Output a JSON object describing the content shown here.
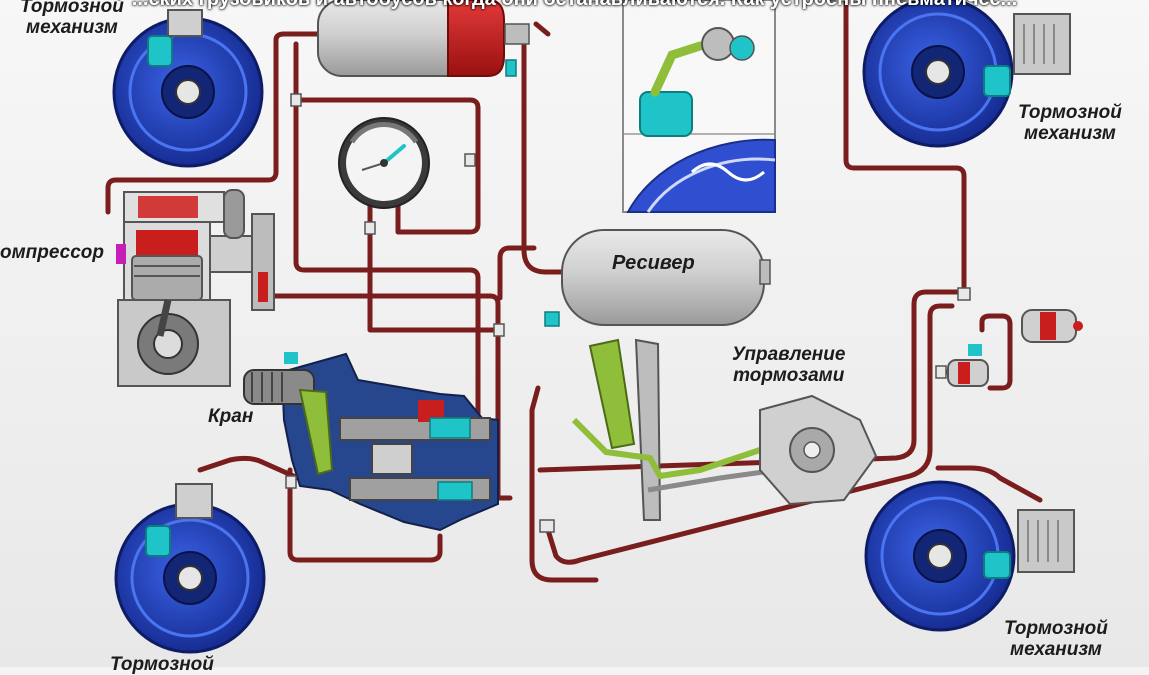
{
  "caption": "...ских грузовиков и автобусов когда они останавливаются. Как устроены пневматичес...",
  "labels": {
    "brake_top_left": [
      "Тормозной",
      "механизм"
    ],
    "compressor": "омпрессор",
    "valve": "Кран",
    "receiver": "Ресивер",
    "brake_control": [
      "Управление",
      "тормозами"
    ],
    "brake_top_right": [
      "Тормозной",
      "механизм"
    ],
    "brake_bottom_right": [
      "Тормозной",
      "механизм"
    ],
    "brake_bottom_left": "Тормозной"
  },
  "colors": {
    "pipe": "#7a1d1d",
    "drum": "#1f3fb8",
    "drum_light": "#3a64e6",
    "receiver_red": "#c81e1e",
    "valve_blue": "#26468e",
    "accent_cyan": "#1fc4c9",
    "accent_green": "#8fbf3a"
  }
}
